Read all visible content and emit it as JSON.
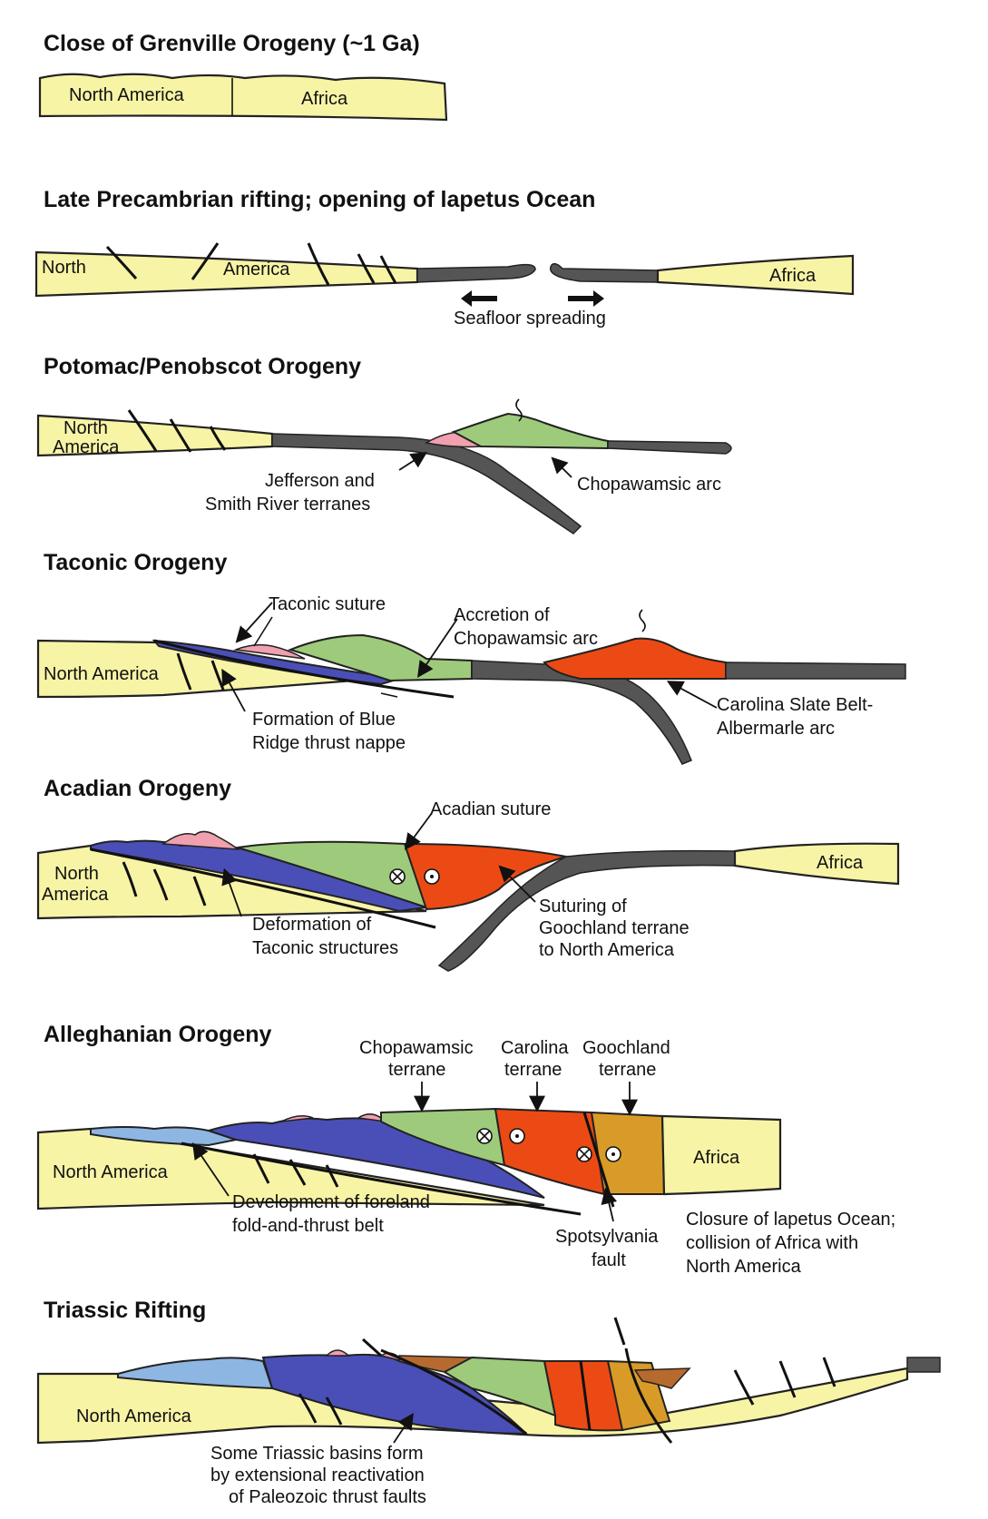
{
  "panels": [
    {
      "title": "Close of Grenville Orogeny (~1 Ga)",
      "labels": [
        "North America",
        "Africa"
      ]
    },
    {
      "title": "Late Precambrian rifting; opening of lapetus Ocean",
      "labels": [
        "North",
        "America",
        "Africa",
        "Seafloor spreading"
      ]
    },
    {
      "title": "Potomac/Penobscot Orogeny",
      "labels": [
        "North",
        "America",
        "Jefferson and",
        "Smith River terranes",
        "Chopawamsic arc"
      ]
    },
    {
      "title": "Taconic Orogeny",
      "labels": [
        "Taconic suture",
        "Accretion of",
        "Chopawamsic arc",
        "North America",
        "Formation of Blue",
        "Ridge thrust nappe",
        "Carolina Slate Belt-",
        "Albermarle arc"
      ]
    },
    {
      "title": "Acadian Orogeny",
      "labels": [
        "Acadian suture",
        "North",
        "America",
        "Africa",
        "Deformation of",
        "Taconic structures",
        "Suturing of",
        "Goochland terrane",
        "to North America"
      ]
    },
    {
      "title": "Alleghanian Orogeny",
      "labels": [
        "Chopawamsic",
        "terrane",
        "Carolina",
        "terrane",
        "Goochland",
        "terrane",
        "North America",
        "Africa",
        "Development of foreland",
        "fold-and-thrust belt",
        "Spotsylvania",
        "fault",
        "Closure of lapetus Ocean;",
        "collision of Africa with",
        "North America"
      ]
    },
    {
      "title": "Triassic Rifting",
      "labels": [
        "North America",
        "Some Triassic basins form",
        "by extensional reactivation",
        "of Paleozoic thrust faults"
      ]
    }
  ],
  "colors": {
    "continental_crust": "#f8f4a6",
    "oceanic_crust": "#555555",
    "chopawamsic": "#9ecb7b",
    "carolina": "#ec4a14",
    "goochland": "#d99b28",
    "blue_ridge": "#4a4fb7",
    "foreland": "#8eb6e3",
    "jefferson_smith_river": "#f0a0ae"
  }
}
